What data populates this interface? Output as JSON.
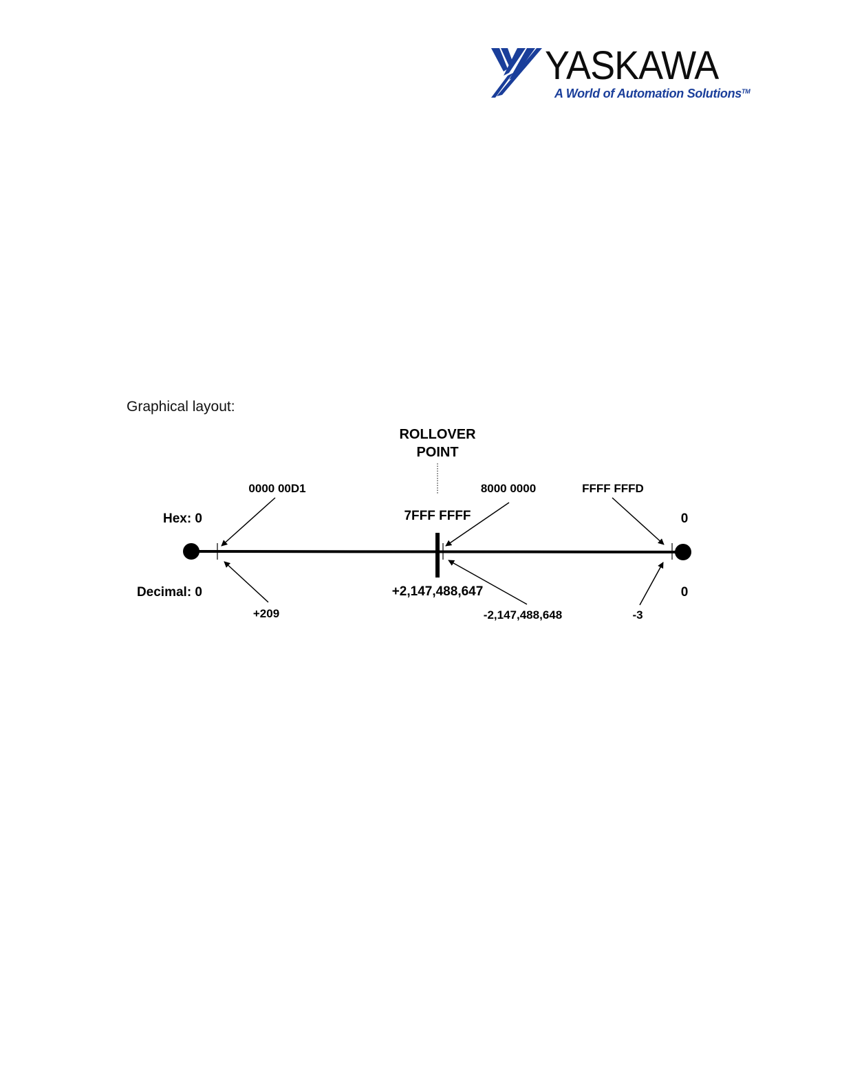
{
  "header": {
    "logo_text": "YASKAWA",
    "tagline": "A World of Automation Solutions",
    "tagline_mark": "TM",
    "brand_color": "#1a3e9a",
    "logo_icon": "yaskawa-stripes-icon"
  },
  "section": {
    "heading": "Graphical layout:"
  },
  "diagram": {
    "rollover_line1": "ROLLOVER",
    "rollover_line2": "POINT",
    "hex_zero_left": "Hex: 0",
    "hex_zero_right": "0",
    "decimal_zero_left": "Decimal: 0",
    "decimal_zero_right": "0",
    "hex_d1": "0000 00D1",
    "hex_max_pos": "7FFF FFFF",
    "hex_min_neg": "8000 0000",
    "hex_fffd": "FFFF FFFD",
    "dec_209": "+209",
    "dec_max_pos": "+2,147,488,647",
    "dec_min_neg": "-2,147,488,648",
    "dec_minus3": "-3"
  }
}
